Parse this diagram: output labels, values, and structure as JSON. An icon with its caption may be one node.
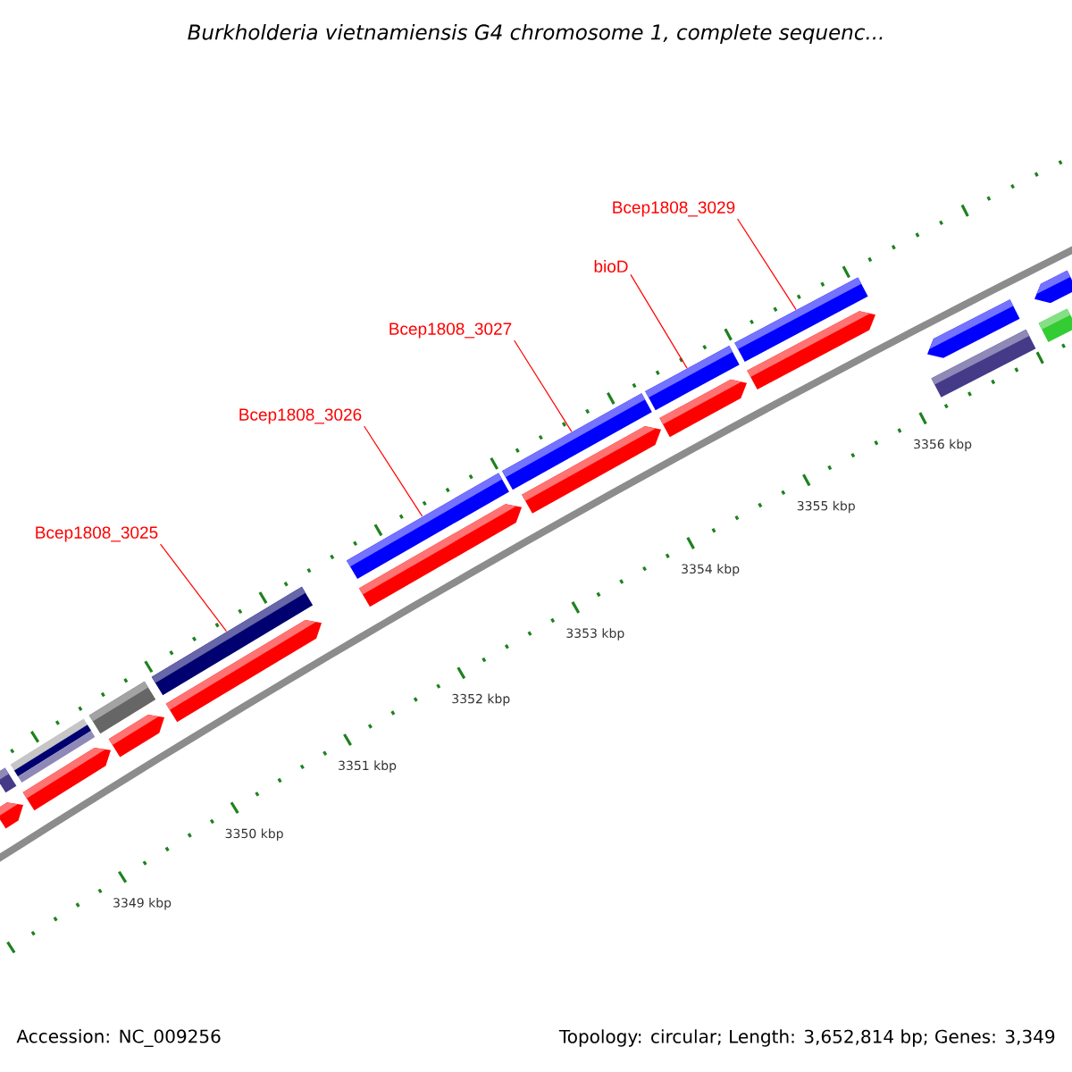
{
  "diagram": {
    "title": "Burkholderia vietnamiensis G4 chromosome 1, complete sequenc...",
    "nodes": [
      {
        "text": [
          "Bcep1808_3025"
        ]
      },
      {
        "text": [
          "Bcep1808_3026"
        ]
      },
      {
        "text": [
          "Bcep1808_3027"
        ]
      },
      {
        "text": [
          "bioD"
        ]
      },
      {
        "text": [
          "Bcep1808_3029"
        ]
      },
      {
        "text": [],
        "shape": "bar"
      },
      {
        "text": [],
        "shape": "bar"
      },
      {
        "text": [],
        "shape": "bar"
      },
      {
        "text": [],
        "shape": "bar"
      },
      {
        "text": [],
        "shape": "bar"
      },
      {
        "text": [],
        "shape": "bar"
      },
      {
        "text": [],
        "shape": "bar"
      },
      {
        "text": [],
        "shape": "bar"
      },
      {
        "text": [],
        "shape": "bar"
      },
      {
        "text": [],
        "shape": "bar"
      },
      {
        "text": [],
        "shape": "bar"
      },
      {
        "text": [],
        "shape": "bar"
      },
      {
        "text": [],
        "shape": "bar"
      },
      {
        "text": [],
        "shape": "bar"
      },
      {
        "text": [],
        "shape": "bar"
      },
      {
        "text": [],
        "shape": "bar"
      },
      {
        "text": [],
        "shape": "bar"
      },
      {
        "text": [],
        "shape": "bar"
      },
      {
        "text": [],
        "shape": "bar"
      },
      {
        "text": [],
        "shape": "bar"
      }
    ],
    "edges": [
      {
        "from": 0,
        "to": 11,
        "arrow": "none"
      },
      {
        "from": 1,
        "to": 13,
        "arrow": "none"
      },
      {
        "from": 2,
        "to": 15,
        "arrow": "none"
      },
      {
        "from": 3,
        "to": 17,
        "arrow": "none"
      },
      {
        "from": 4,
        "to": 19,
        "arrow": "none"
      }
    ],
    "labels": [
      "3356 kbp",
      "3355 kbp",
      "3354 kbp",
      "3353 kbp",
      "3352 kbp",
      "3351 kbp",
      "3350 kbp",
      "3349 kbp",
      "Accession: NC_009256",
      "Topology: circular; Length: 3,652,814 bp; Genes: 3,349"
    ]
  }
}
